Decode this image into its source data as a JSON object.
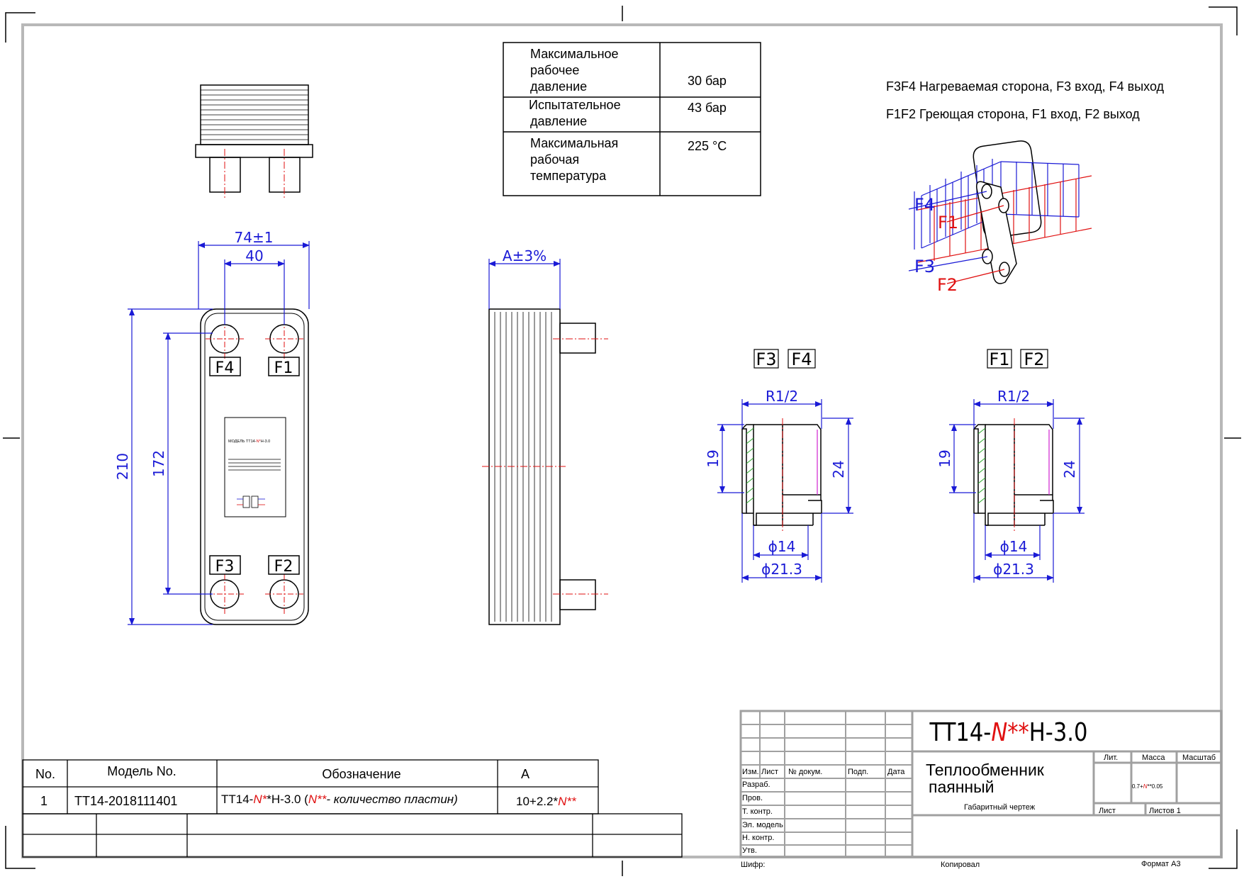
{
  "specs": [
    {
      "label": [
        "Максимальное",
        "рабочее",
        "давление"
      ],
      "value": "30 бар"
    },
    {
      "label": [
        "Испытательное",
        "давление"
      ],
      "value": "43 бар"
    },
    {
      "label": [
        "Максимальная",
        "рабочая",
        "температура"
      ],
      "value": "225 °C"
    }
  ],
  "legend": {
    "line1": "F3F4 Нагреваемая сторона, F3 вход, F4 выход",
    "line2": "F1F2 Греющая сторона, F1 вход, F2 выход"
  },
  "ports": {
    "f1": "F1",
    "f2": "F2",
    "f3": "F3",
    "f4": "F4"
  },
  "dims": {
    "width": "74±1",
    "port_spacing": "40",
    "height": "210",
    "port_height": "172",
    "thickness": "A±3%",
    "thread": "R1/2",
    "d_inner": "ϕ14",
    "d_outer": "ϕ21.3",
    "h_small": "19",
    "h_large": "24"
  },
  "nameplate": {
    "model_prefix": "МОДЕЛЬ ТТ14-",
    "model_n": "N*",
    "model_suffix": "Н-3.0"
  },
  "parts_table": {
    "headers": {
      "no": "No.",
      "model": "Модель No.",
      "designation": "Обозначение",
      "a": "A"
    },
    "row": {
      "no": "1",
      "model": "TT14-2018111401",
      "designation_prefix": "TT14-",
      "designation_n": "N*",
      "designation_mid": "*H-3.0  (",
      "designation_n2": "N**",
      "designation_note": "- количество пластин)",
      "a_prefix": "10+2.2*",
      "a_n": "N**"
    }
  },
  "title_block": {
    "code_prefix": "TT14-",
    "code_n": "N",
    "code_star": "**",
    "code_suffix": "H-3.0",
    "name_line1": "Теплообменник",
    "name_line2": "паянный",
    "subtitle": "Габаритный чертеж",
    "col_izm": "Изм.",
    "col_list": "Лист",
    "col_docnum": "№ докум.",
    "col_sign": "Подп.",
    "col_date": "Дата",
    "row_razrab": "Разраб.",
    "row_prov": "Пров.",
    "row_tkontr": "Т. контр.",
    "row_elmodel": "Эл. модель",
    "row_nkontr": "Н. контр.",
    "row_utv": "Утв.",
    "lit": "Лит.",
    "massa": "Масса",
    "masshtab": "Масштаб",
    "mass_value_prefix": "0.7+",
    "mass_value_n": "N",
    "mass_value_suffix": "**0.05",
    "sheet": "Лист",
    "sheets": "Листов 1"
  },
  "footer": {
    "shifr": "Шифр:",
    "kopiroval": "Копировал",
    "format": "Формат A3"
  }
}
